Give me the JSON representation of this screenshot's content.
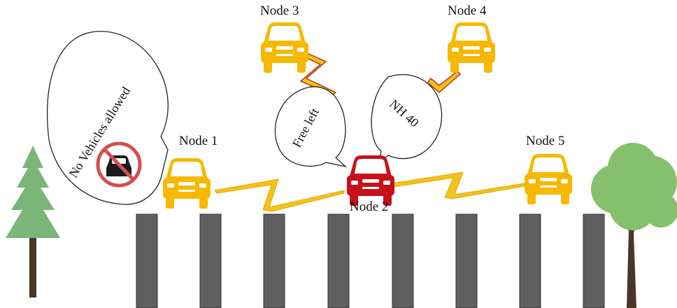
{
  "nodes": [
    {
      "id": "node1",
      "label": "Node 1",
      "color": "#F6B800"
    },
    {
      "id": "node2",
      "label": "Node 2",
      "color": "#C8101B"
    },
    {
      "id": "node3",
      "label": "Node 3",
      "color": "#F6B800"
    },
    {
      "id": "node4",
      "label": "Node 4",
      "color": "#F6B800"
    },
    {
      "id": "node5",
      "label": "Node 5",
      "color": "#F6B800"
    }
  ],
  "messages": {
    "no_vehicles": "No Vehicles allowed",
    "free_left": "Free left",
    "nh40": "NH 40"
  },
  "colors": {
    "link_yellow": "#F4C21A",
    "link_red": "#C0392B",
    "road_block": "#5f5f5f",
    "tree_pine": "#7BB57A",
    "tree_round": "#86C06C",
    "trunk": "#4a3527",
    "no_entry_ring": "#D2504F"
  }
}
